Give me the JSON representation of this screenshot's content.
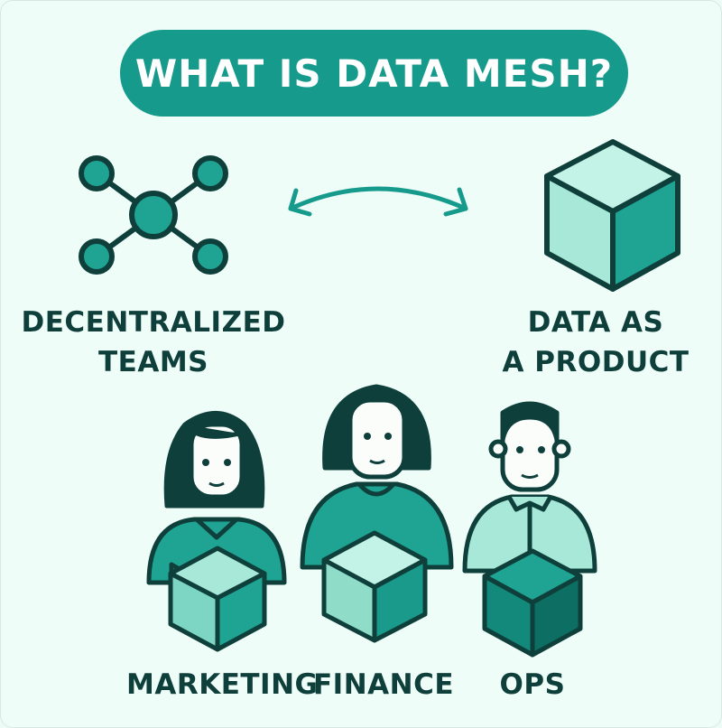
{
  "title": "WHAT IS DATA MESH?",
  "concepts": [
    {
      "icon": "network-nodes-icon",
      "label_line1": "DECENTRALIZED",
      "label_line2": "TEAMS"
    },
    {
      "icon": "cube-icon",
      "label_line1": "DATA AS",
      "label_line2": "A PRODUCT"
    }
  ],
  "connector": "bidirectional-arrow-icon",
  "teams": [
    {
      "name": "MARKETING",
      "icon": "person-with-cube-icon"
    },
    {
      "name": "FINANCE",
      "icon": "person-with-cube-icon"
    },
    {
      "name": "OPS",
      "icon": "person-with-cube-icon"
    }
  ],
  "colors": {
    "primary": "#169a8c",
    "dark": "#0e3f3b",
    "light": "#a8e8d8",
    "background": "#effdf8"
  }
}
